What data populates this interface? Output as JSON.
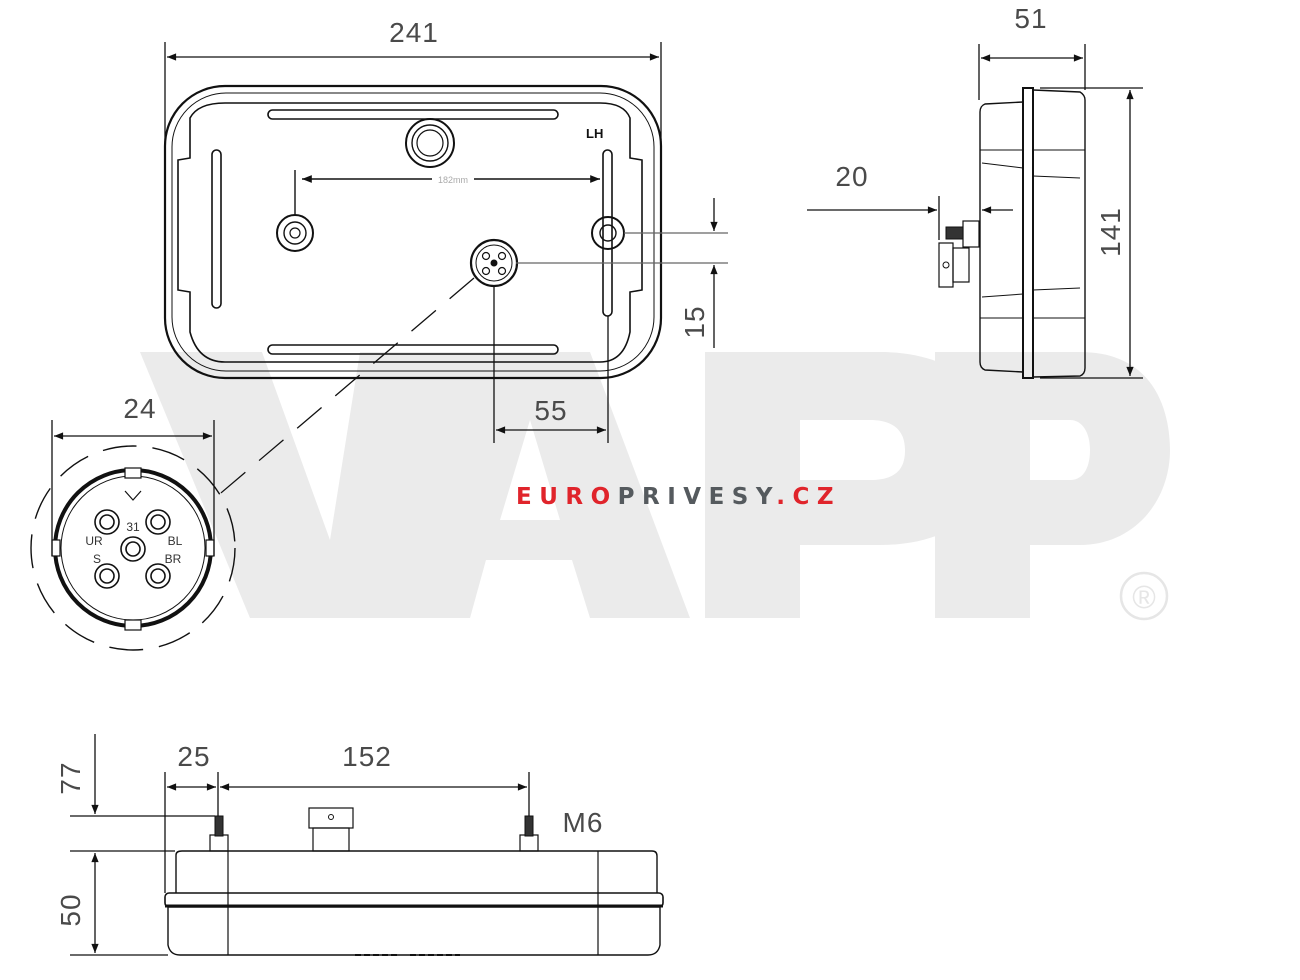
{
  "drawing": {
    "side_label": "LH",
    "inner_spacing_label": "182mm",
    "watermark": {
      "logo_text": "VAPP",
      "registered_mark": "®",
      "logo_color": "#ebebeb"
    },
    "brand": {
      "part1": "EURO",
      "part2": "PRIVESY",
      "part3": ".",
      "part4": "CZ",
      "red_color": "#e0242b",
      "gray_color": "#555a5e"
    }
  },
  "views": {
    "rear_view": {
      "dimensions": {
        "width": "241",
        "connector_offset_h": "55",
        "connector_offset_v": "15"
      }
    },
    "side_view": {
      "dimensions": {
        "depth": "51",
        "height": "141",
        "connector_protrusion": "20"
      }
    },
    "connector_detail": {
      "diameter": "24",
      "pins": [
        {
          "label": "31"
        },
        {
          "label": "UR"
        },
        {
          "label": "BL"
        },
        {
          "label": "S"
        },
        {
          "label": "BR"
        }
      ]
    },
    "bottom_view": {
      "dimensions": {
        "stud_overall_height": "77",
        "body_height": "50",
        "edge_to_stud": "25",
        "stud_spacing": "152",
        "thread": "M6"
      }
    }
  }
}
